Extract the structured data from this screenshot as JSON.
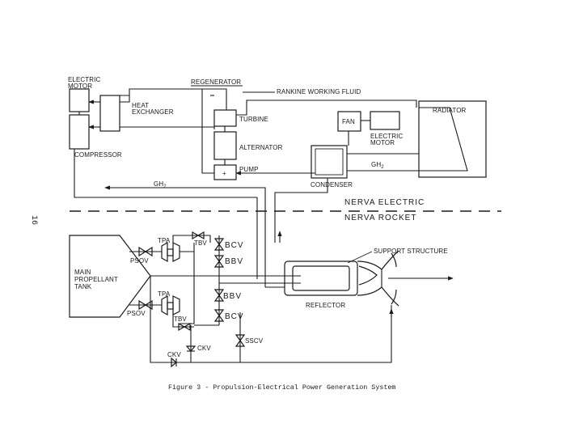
{
  "labels": {
    "electric_motor_left": [
      "ELECTRIC",
      "MOTOR"
    ],
    "heat_exchanger": [
      "HEAT",
      "EXCHANGER"
    ],
    "regenerator": "REGENERATOR",
    "rankine_working_fluid": "RANKINE WORKING FLUID",
    "radiator": "RADIATOR",
    "turbine": "TURBINE",
    "alternator": "ALTERNATOR",
    "pump": "PUMP",
    "fan": "FAN",
    "electric_motor_right": [
      "ELECTRIC",
      "MOTOR"
    ],
    "compressor": "COMPRESSOR",
    "gh2_left": "GH",
    "gh2_left_sub": "2",
    "gh2_right": "GH",
    "gh2_right_sub": "2",
    "condenser": "CONDENSER",
    "nerva_electric": "NERVA ELECTRIC",
    "nerva_rocket": "NERVA ROCKET",
    "tpa_upper": "TPA",
    "tbv_upper": "TBV",
    "bcv_upper": "BCV",
    "bbv_upper": "BBV",
    "support_structure": "SUPPORT STRUCTURE",
    "psov_upper": "PSOV",
    "main_propellant_tank": [
      "MAIN",
      "PROPELLANT",
      "TANK"
    ],
    "tpa_lower": "TPA",
    "bbv_lower": "BBV",
    "bcv_lower": "BCV",
    "reflector": "REFLECTOR",
    "psov_lower": "PSOV",
    "tbv_lower": "TBV",
    "ckv_mid": "CKV",
    "sscv": "SSCV",
    "ckv_lower": "CKV"
  },
  "page_number": "16",
  "caption": "Figure 3 - Propulsion-Electrical Power Generation System"
}
